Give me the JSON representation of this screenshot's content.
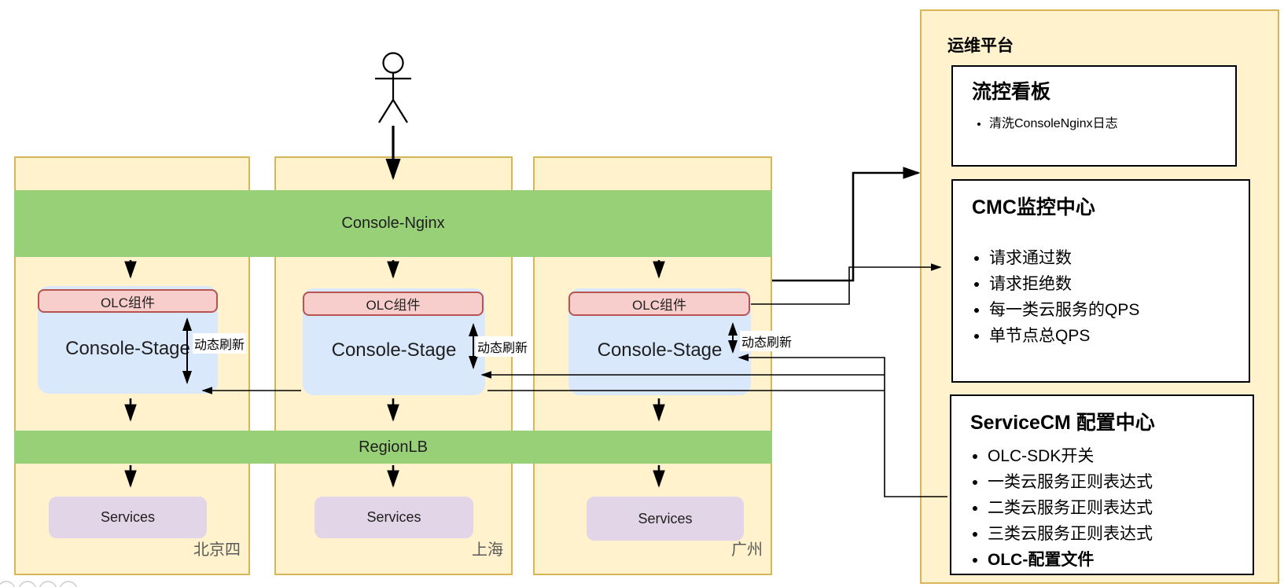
{
  "diagram": {
    "console_nginx": "Console-Nginx",
    "region_lb": "RegionLB",
    "node_labels": {
      "olc": "OLC组件",
      "stage": "Console-Stage",
      "services": "Services",
      "refresh": "动态刷新"
    },
    "regions": [
      {
        "name": "北京四"
      },
      {
        "name": "上海"
      },
      {
        "name": "广州"
      }
    ]
  },
  "panel": {
    "title": "运维平台",
    "boxes": [
      {
        "title": "流控看板",
        "items": [
          "清洗ConsoleNginx日志"
        ]
      },
      {
        "title": "CMC监控中心",
        "items": [
          "请求通过数",
          "请求拒绝数",
          "每一类云服务的QPS",
          "单节点总QPS"
        ]
      },
      {
        "title": "ServiceCM 配置中心",
        "items": [
          "OLC-SDK开关",
          "一类云服务正则表达式",
          "二类云服务正则表达式",
          "三类云服务正则表达式",
          "OLC-配置文件"
        ]
      }
    ]
  },
  "colors": {
    "region_fill": "#FFF2CC",
    "region_border": "#D6B656",
    "bar_green": "#97D077",
    "stage_blue": "#DAE8FC",
    "olc_pink": "#F8CECC",
    "olc_border": "#B85450",
    "services_purple": "#E1D5E7",
    "panel_box_border": "#000000",
    "line_color": "#000000",
    "region_label_color": "#595959"
  }
}
